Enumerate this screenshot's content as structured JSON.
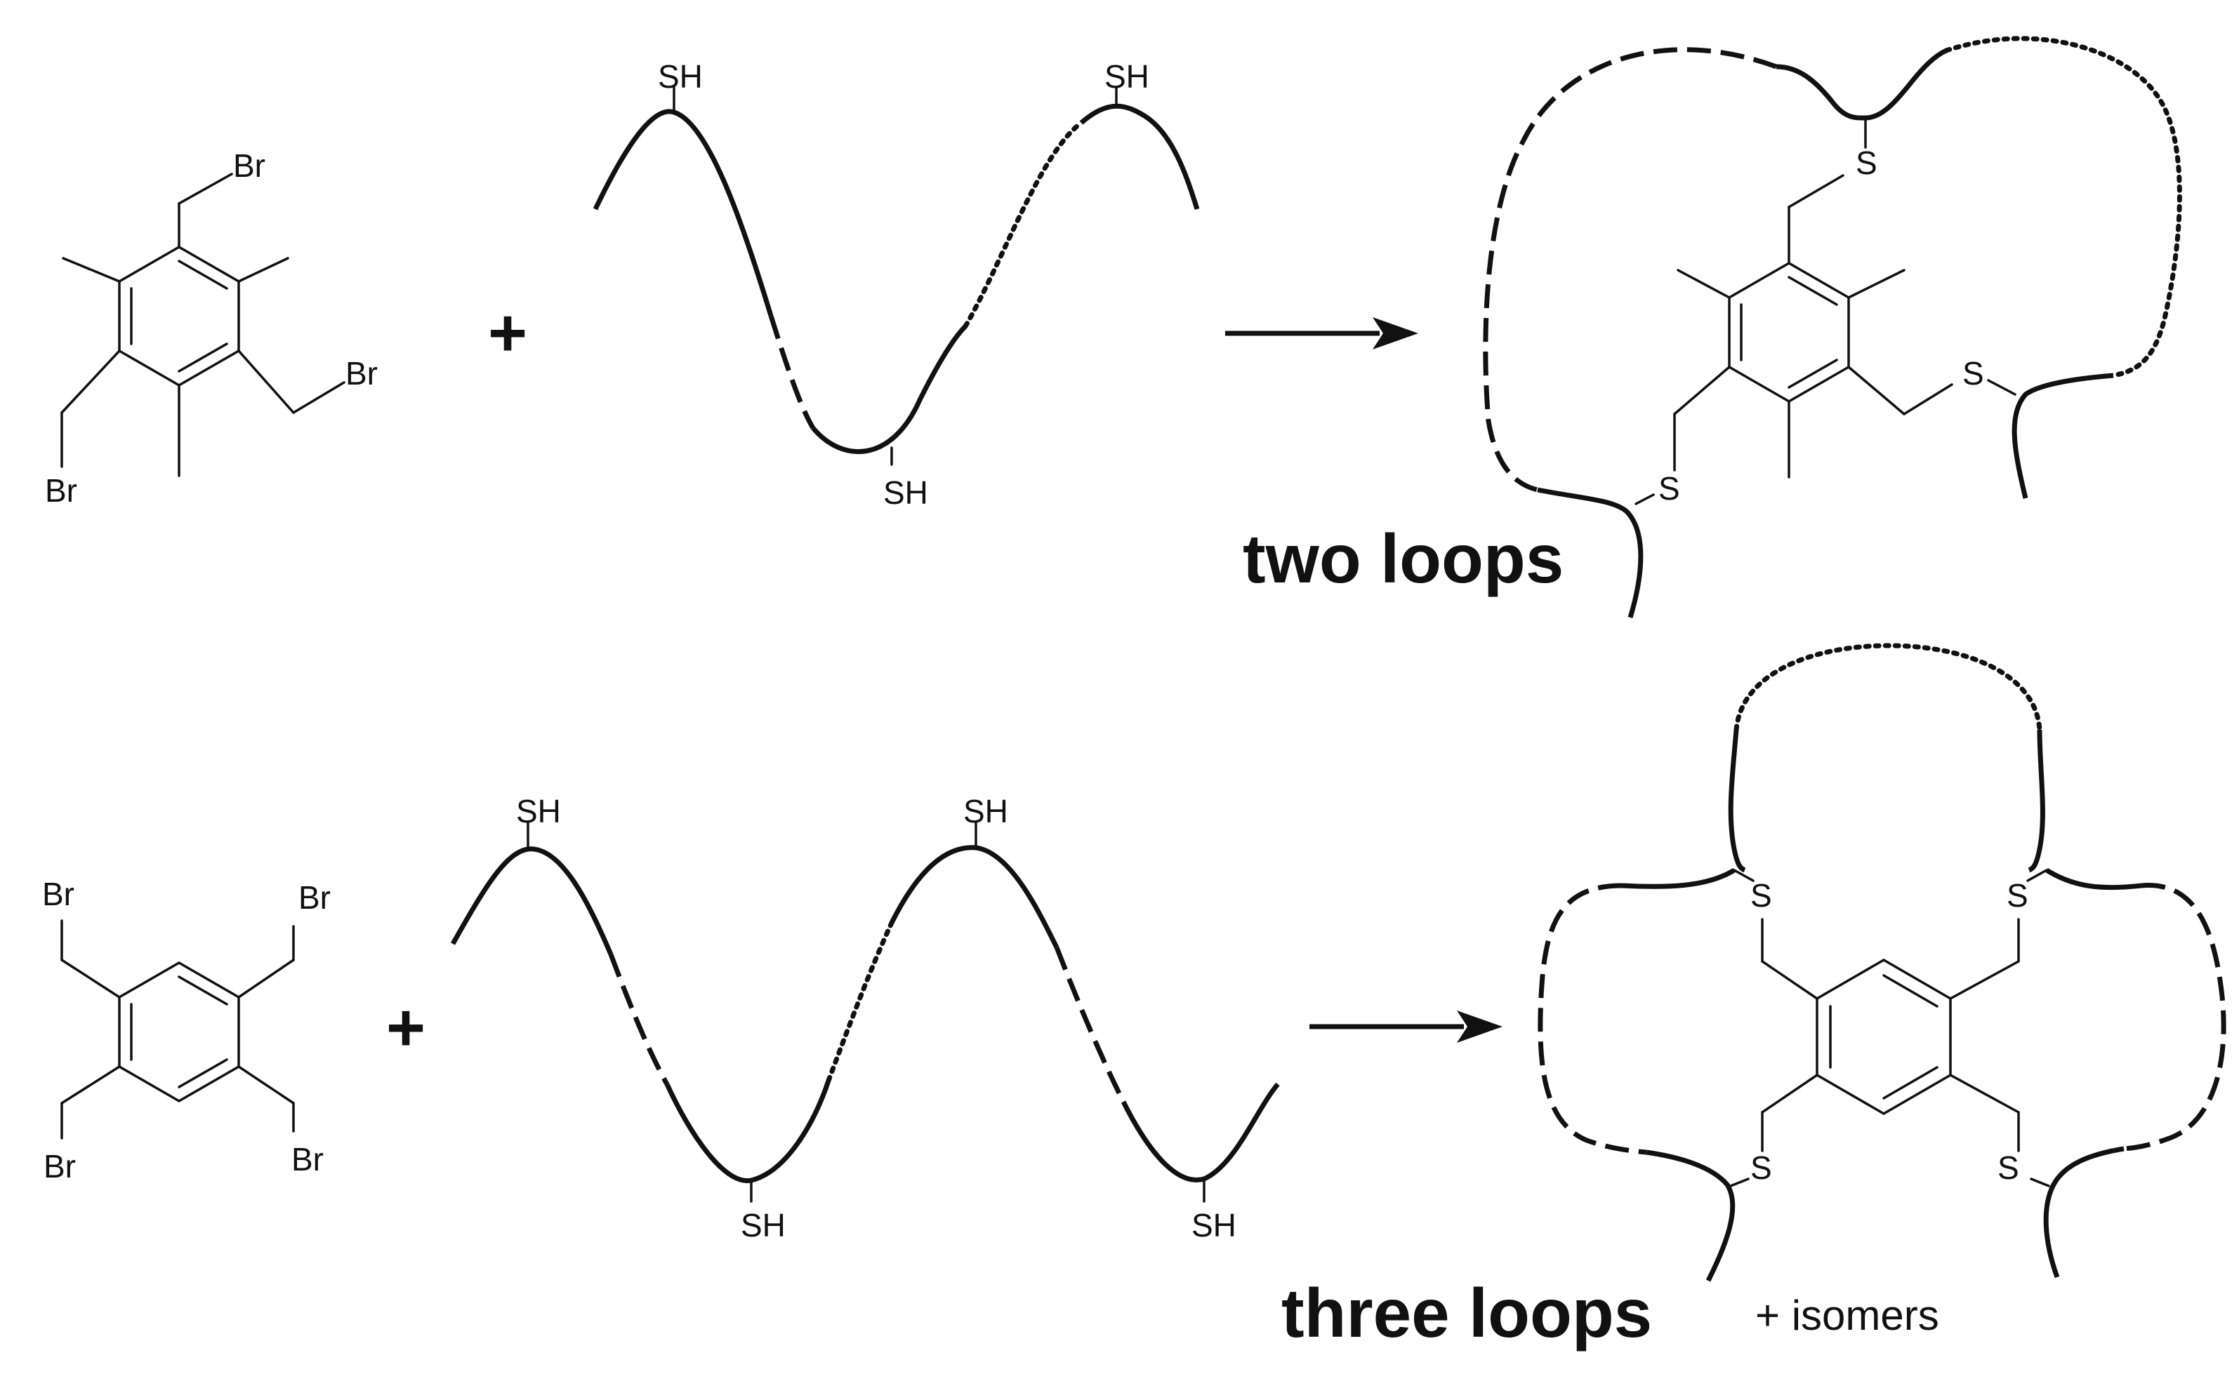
{
  "atoms": {
    "br": "Br",
    "sh": "SH",
    "s": "S"
  },
  "operators": {
    "plus": "+"
  },
  "labels": {
    "two_loops": "two loops",
    "three_loops": "three loops",
    "isomers": "+ isomers"
  }
}
